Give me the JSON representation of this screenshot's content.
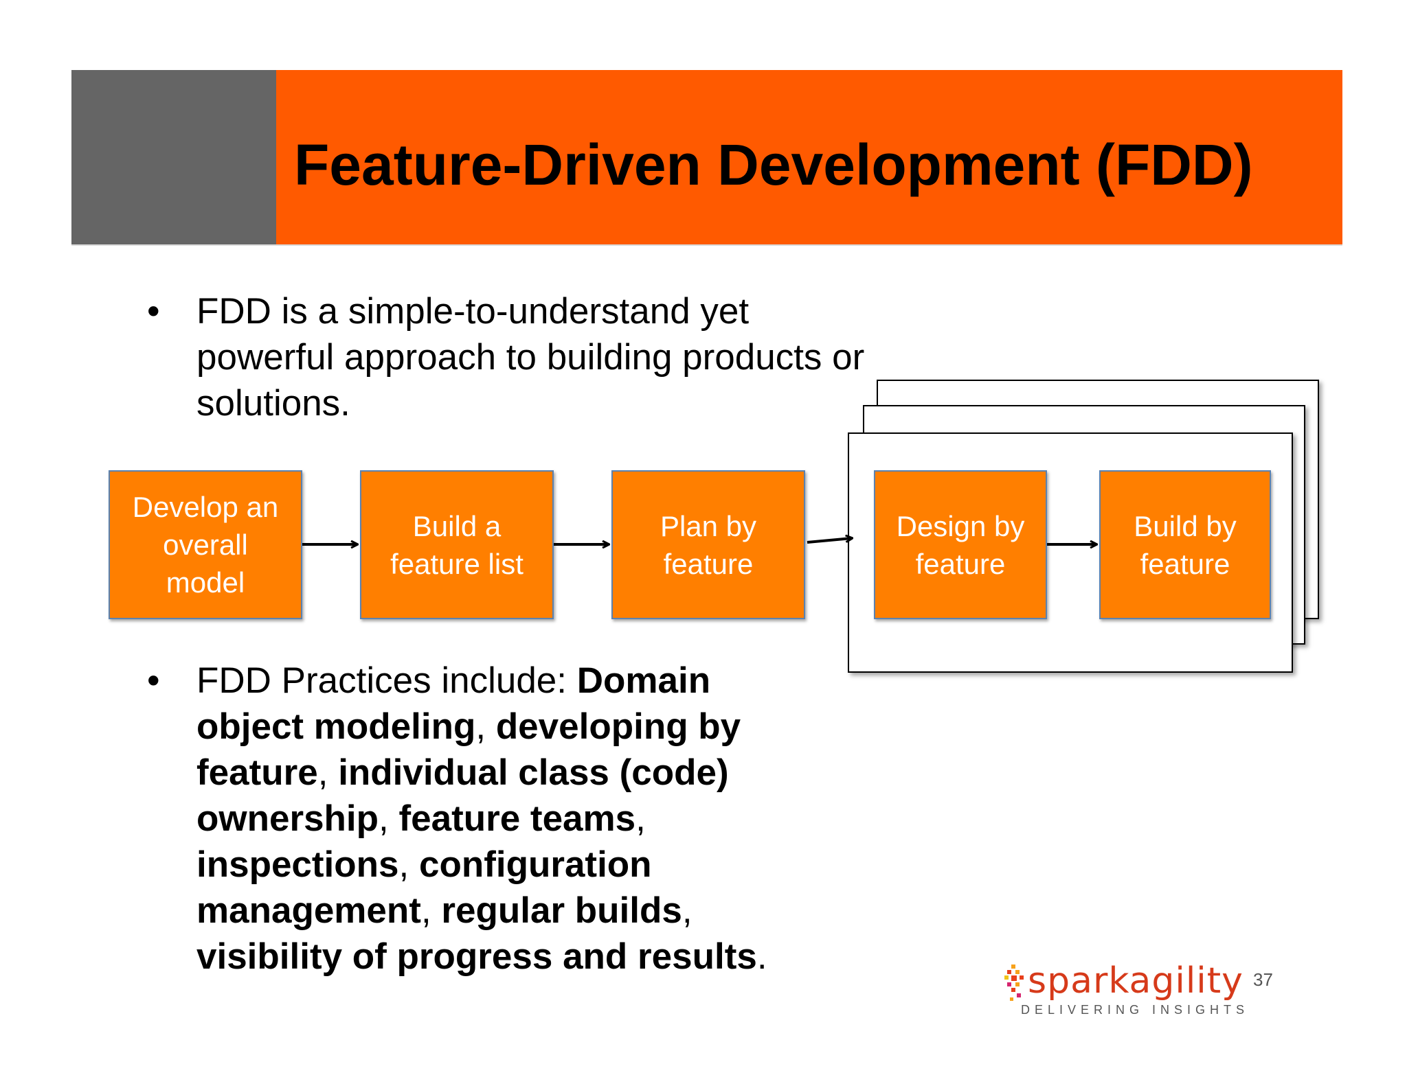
{
  "slide": {
    "title": "Feature-Driven Development (FDD)",
    "page_number": "37",
    "colors": {
      "header_orange": "#ff5a00",
      "header_gray": "#656565",
      "box_orange": "#ff7f00",
      "box_border": "#5b82b0"
    }
  },
  "bullets": [
    {
      "marker": "•",
      "text": "FDD is a simple-to-understand yet powerful approach to building products or solutions."
    },
    {
      "marker": "•",
      "lead": "FDD Practices include: ",
      "items": [
        {
          "term": "Domain object modeling",
          "sep": ", "
        },
        {
          "term": "developing by feature",
          "sep": ", "
        },
        {
          "term": "individual class (code) ownership",
          "sep": ", "
        },
        {
          "term": "feature teams",
          "sep": ", "
        },
        {
          "term": "inspections",
          "sep": ", "
        },
        {
          "term": "configuration management",
          "sep": ", "
        },
        {
          "term": "regular builds",
          "sep": ", "
        },
        {
          "term": "visibility of progress and results",
          "sep": "."
        }
      ]
    }
  ],
  "process": {
    "steps": [
      {
        "label": "Develop an\noverall\nmodel"
      },
      {
        "label": "Build a\nfeature list"
      },
      {
        "label": "Plan by\nfeature"
      },
      {
        "label": "Design by\nfeature"
      },
      {
        "label": "Build by\nfeature"
      }
    ]
  },
  "logo": {
    "name": "sparkagility",
    "tagline": "DELIVERING INSIGHTS",
    "icon": "pixel-spark-icon"
  }
}
